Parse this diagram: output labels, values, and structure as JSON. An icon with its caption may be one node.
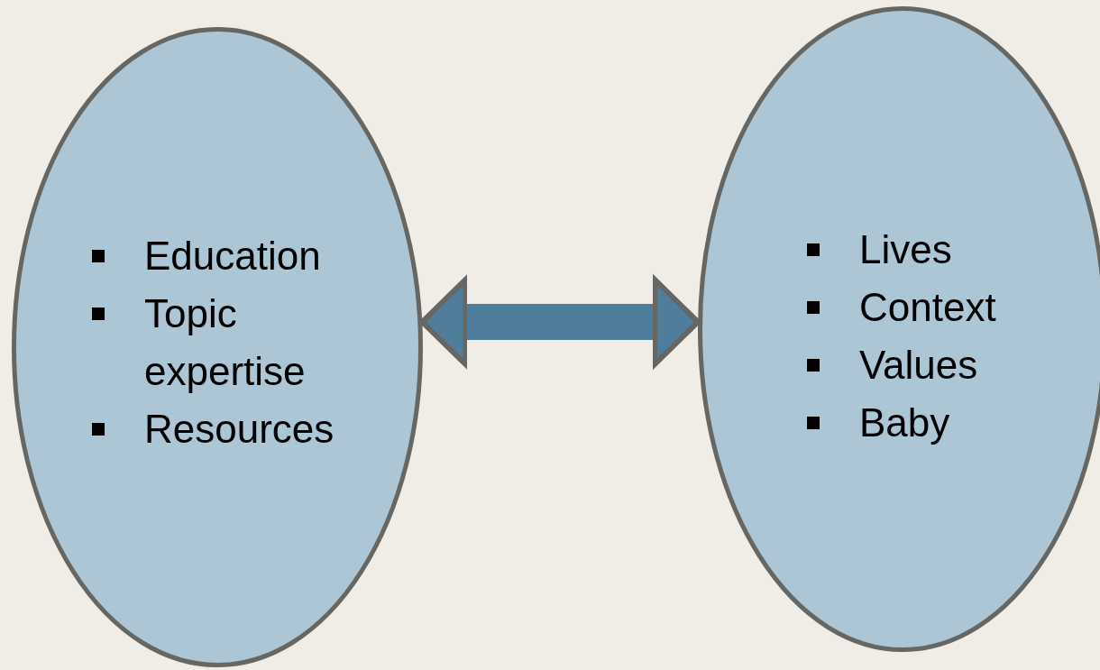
{
  "diagram": {
    "nodes": [
      {
        "text": [
          "Education",
          "Topic expertise",
          "Resources"
        ]
      },
      {
        "text": [
          "Lives",
          "Context",
          "Values",
          "Baby"
        ]
      }
    ],
    "edges": [
      {
        "from": 0,
        "to": 1,
        "arrow": "both"
      }
    ]
  }
}
